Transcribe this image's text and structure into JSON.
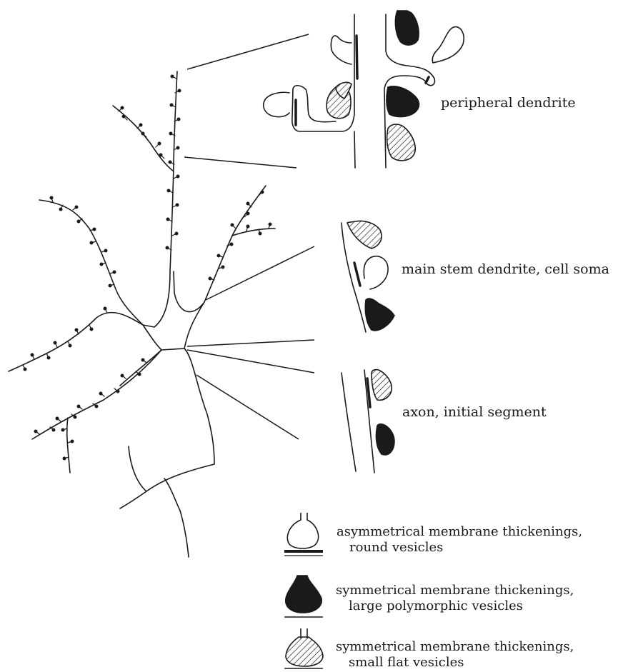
{
  "diagram": {
    "region_labels": {
      "peripheral": "peripheral dendrite",
      "main_stem": "main stem dendrite, cell soma",
      "axon": "axon, initial segment"
    },
    "legend": [
      {
        "symbol": "open-bouton",
        "line1": "asymmetrical membrane thickenings,",
        "line2": "round vesicles"
      },
      {
        "symbol": "filled-bouton",
        "line1": "symmetrical membrane thickenings,",
        "line2": "large polymorphic vesicles"
      },
      {
        "symbol": "hatched-bouton",
        "line1": "symmetrical membrane thickenings,",
        "line2": "small flat vesicles"
      }
    ],
    "colors": {
      "ink": "#1a1a1a",
      "paper": "#ffffff"
    }
  }
}
